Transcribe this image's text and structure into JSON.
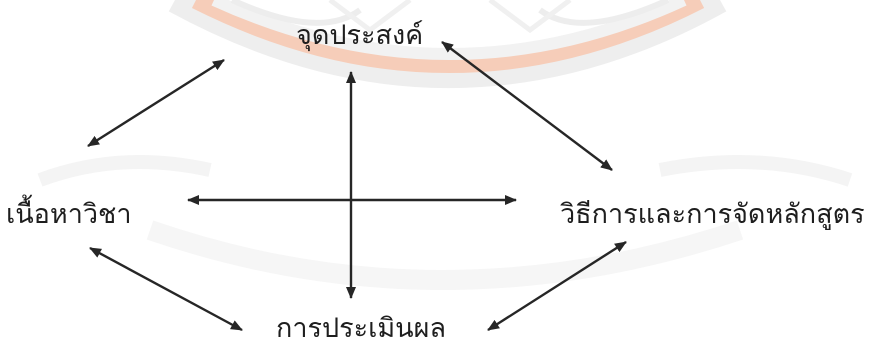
{
  "diagram": {
    "nodes": {
      "top": "จุดประสงค์",
      "left": "เนื้อหาวิชา",
      "right": "วิธีการและการจัดหลักสูตร",
      "bottom": "การประเมินผล"
    },
    "edges": [
      {
        "from": "top",
        "to": "left",
        "direction": "both"
      },
      {
        "from": "top",
        "to": "right",
        "direction": "both"
      },
      {
        "from": "top",
        "to": "bottom",
        "direction": "both"
      },
      {
        "from": "left",
        "to": "right",
        "direction": "both"
      },
      {
        "from": "left",
        "to": "bottom",
        "direction": "both"
      },
      {
        "from": "right",
        "to": "bottom",
        "direction": "both"
      }
    ],
    "colors": {
      "text": "#1e1e1e",
      "arrow": "#262626",
      "watermark_arc_orange": "#f6cdb9",
      "watermark_arc_grey": "#e9e9e9"
    }
  }
}
